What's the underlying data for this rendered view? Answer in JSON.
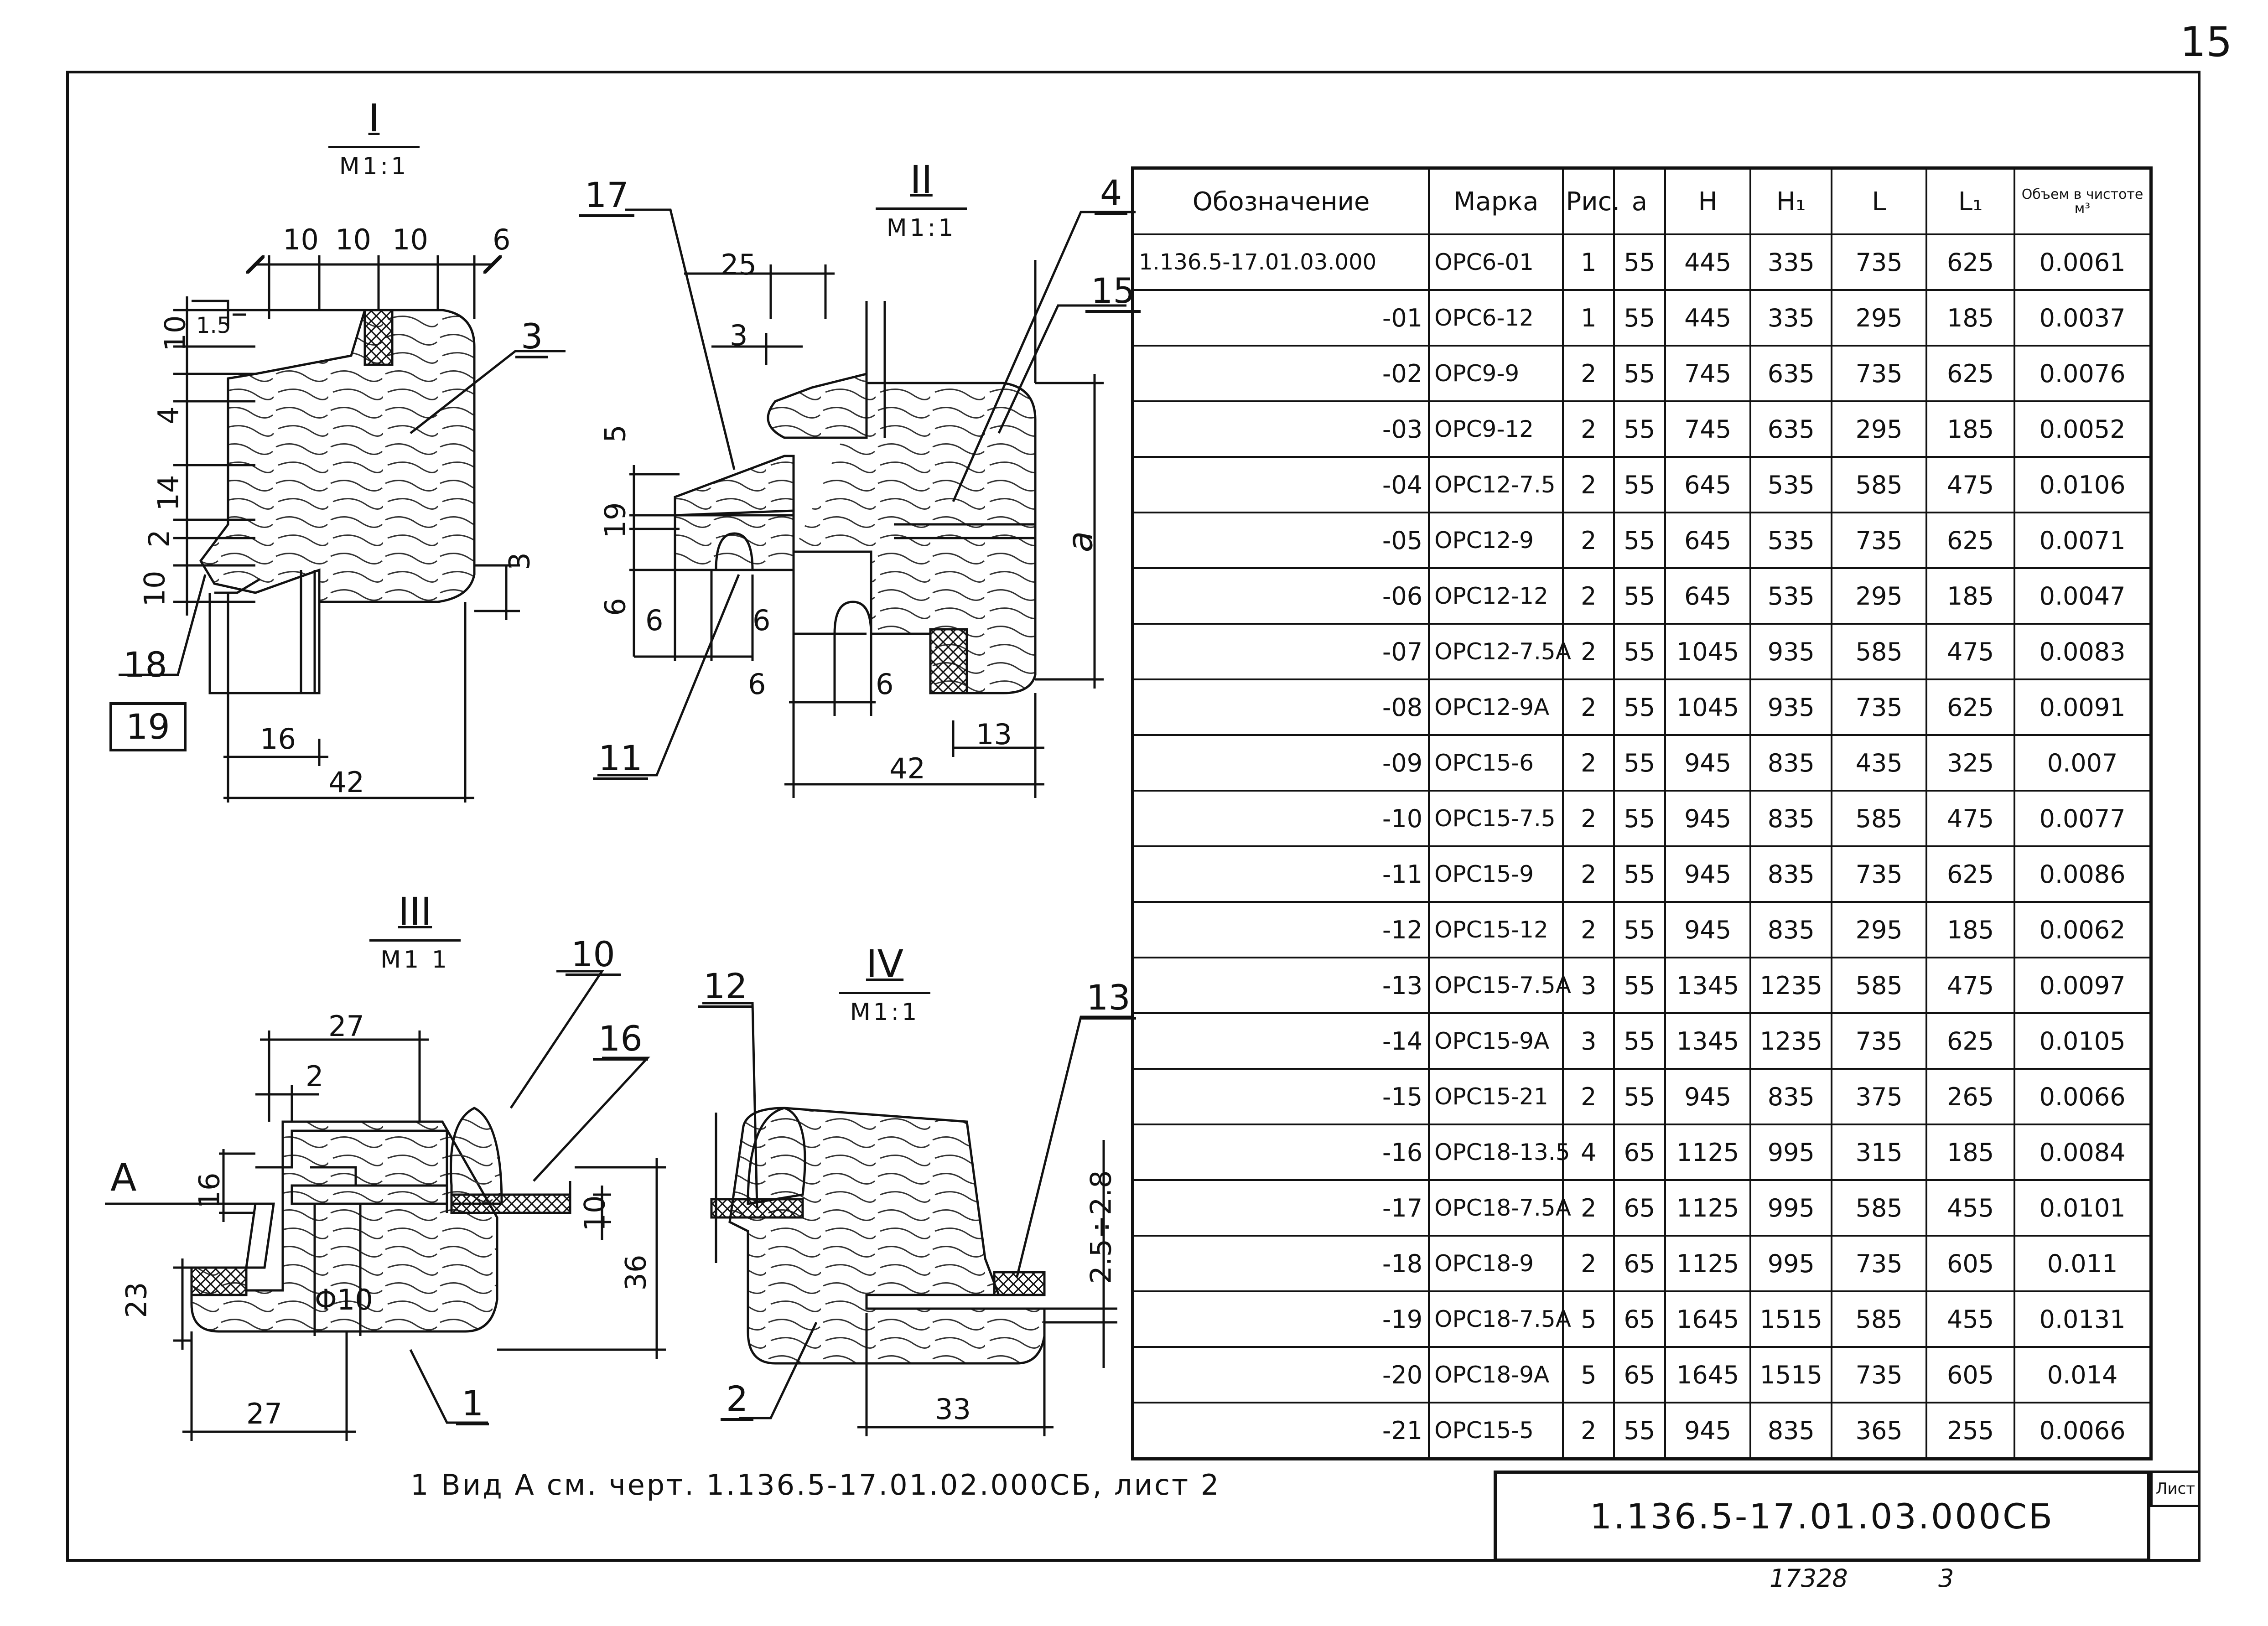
{
  "corner_mark": "15",
  "views": {
    "v1": {
      "roman": "I",
      "scale": "M1:1"
    },
    "v2": {
      "roman": "II",
      "scale": "M1:1"
    },
    "v3": {
      "roman": "III",
      "scale": "M1 1"
    },
    "v4": {
      "roman": "IV",
      "scale": "M1:1"
    }
  },
  "callouts": {
    "c3": "3",
    "c18": "18",
    "c19": "19",
    "c17": "17",
    "c4": "4",
    "c15": "15",
    "c11": "11",
    "c10": "10",
    "c16": "16",
    "c1": "1",
    "c12": "12",
    "c13": "13",
    "c2": "2",
    "cA": "A"
  },
  "dims": {
    "v1": {
      "d10a": "10",
      "d10b": "10",
      "d10c": "10",
      "d6": "6",
      "d15": "1.5",
      "d10v": "10",
      "d4": "4",
      "d14": "14",
      "d2": "2",
      "d10l": "10",
      "d3": "3",
      "d16": "16",
      "d42": "42"
    },
    "v2": {
      "d25": "25",
      "d3": "3",
      "d5": "5",
      "d19": "19",
      "d6a": "6",
      "d6b": "6",
      "d6c": "6",
      "d6d": "6",
      "d6e": "6",
      "da": "a",
      "d13": "13",
      "d42": "42"
    },
    "v3": {
      "d27t": "27",
      "d2": "2",
      "d16": "16",
      "d23": "23",
      "dphi": "Φ10",
      "d10": "10",
      "d36": "36",
      "d27b": "27"
    },
    "v4": {
      "d25": "2.5÷2.8",
      "d33": "33"
    }
  },
  "table": {
    "headers": {
      "designation": "Обозначение",
      "mark": "Марка",
      "fig": "Рис.",
      "a": "a",
      "H": "H",
      "H1": "H₁",
      "L": "L",
      "L1": "L₁",
      "volume": "Объем в чистоте м³"
    },
    "rows": [
      {
        "code": "1.136.5-17.01.03.000",
        "mark": "ОРС6-01",
        "fig": "1",
        "a": "55",
        "H": "445",
        "H1": "335",
        "L": "735",
        "L1": "625",
        "vol": "0.0061"
      },
      {
        "code": "-01",
        "mark": "ОРС6-12",
        "fig": "1",
        "a": "55",
        "H": "445",
        "H1": "335",
        "L": "295",
        "L1": "185",
        "vol": "0.0037"
      },
      {
        "code": "-02",
        "mark": "ОРС9-9",
        "fig": "2",
        "a": "55",
        "H": "745",
        "H1": "635",
        "L": "735",
        "L1": "625",
        "vol": "0.0076"
      },
      {
        "code": "-03",
        "mark": "ОРС9-12",
        "fig": "2",
        "a": "55",
        "H": "745",
        "H1": "635",
        "L": "295",
        "L1": "185",
        "vol": "0.0052"
      },
      {
        "code": "-04",
        "mark": "ОРС12-7.5",
        "fig": "2",
        "a": "55",
        "H": "645",
        "H1": "535",
        "L": "585",
        "L1": "475",
        "vol": "0.0106"
      },
      {
        "code": "-05",
        "mark": "ОРС12-9",
        "fig": "2",
        "a": "55",
        "H": "645",
        "H1": "535",
        "L": "735",
        "L1": "625",
        "vol": "0.0071"
      },
      {
        "code": "-06",
        "mark": "ОРС12-12",
        "fig": "2",
        "a": "55",
        "H": "645",
        "H1": "535",
        "L": "295",
        "L1": "185",
        "vol": "0.0047"
      },
      {
        "code": "-07",
        "mark": "ОРС12-7.5А",
        "fig": "2",
        "a": "55",
        "H": "1045",
        "H1": "935",
        "L": "585",
        "L1": "475",
        "vol": "0.0083"
      },
      {
        "code": "-08",
        "mark": "ОРС12-9А",
        "fig": "2",
        "a": "55",
        "H": "1045",
        "H1": "935",
        "L": "735",
        "L1": "625",
        "vol": "0.0091"
      },
      {
        "code": "-09",
        "mark": "ОРС15-6",
        "fig": "2",
        "a": "55",
        "H": "945",
        "H1": "835",
        "L": "435",
        "L1": "325",
        "vol": "0.007"
      },
      {
        "code": "-10",
        "mark": "ОРС15-7.5",
        "fig": "2",
        "a": "55",
        "H": "945",
        "H1": "835",
        "L": "585",
        "L1": "475",
        "vol": "0.0077"
      },
      {
        "code": "-11",
        "mark": "ОРС15-9",
        "fig": "2",
        "a": "55",
        "H": "945",
        "H1": "835",
        "L": "735",
        "L1": "625",
        "vol": "0.0086"
      },
      {
        "code": "-12",
        "mark": "ОРС15-12",
        "fig": "2",
        "a": "55",
        "H": "945",
        "H1": "835",
        "L": "295",
        "L1": "185",
        "vol": "0.0062"
      },
      {
        "code": "-13",
        "mark": "ОРС15-7.5А",
        "fig": "3",
        "a": "55",
        "H": "1345",
        "H1": "1235",
        "L": "585",
        "L1": "475",
        "vol": "0.0097"
      },
      {
        "code": "-14",
        "mark": "ОРС15-9А",
        "fig": "3",
        "a": "55",
        "H": "1345",
        "H1": "1235",
        "L": "735",
        "L1": "625",
        "vol": "0.0105"
      },
      {
        "code": "-15",
        "mark": "ОРС15-21",
        "fig": "2",
        "a": "55",
        "H": "945",
        "H1": "835",
        "L": "375",
        "L1": "265",
        "vol": "0.0066"
      },
      {
        "code": "-16",
        "mark": "ОРС18-13.5",
        "fig": "4",
        "a": "65",
        "H": "1125",
        "H1": "995",
        "L": "315",
        "L1": "185",
        "vol": "0.0084"
      },
      {
        "code": "-17",
        "mark": "ОРС18-7.5А",
        "fig": "2",
        "a": "65",
        "H": "1125",
        "H1": "995",
        "L": "585",
        "L1": "455",
        "vol": "0.0101"
      },
      {
        "code": "-18",
        "mark": "ОРС18-9",
        "fig": "2",
        "a": "65",
        "H": "1125",
        "H1": "995",
        "L": "735",
        "L1": "605",
        "vol": "0.011"
      },
      {
        "code": "-19",
        "mark": "ОРС18-7.5А",
        "fig": "5",
        "a": "65",
        "H": "1645",
        "H1": "1515",
        "L": "585",
        "L1": "455",
        "vol": "0.0131"
      },
      {
        "code": "-20",
        "mark": "ОРС18-9А",
        "fig": "5",
        "a": "65",
        "H": "1645",
        "H1": "1515",
        "L": "735",
        "L1": "605",
        "vol": "0.014"
      },
      {
        "code": "-21",
        "mark": "ОРС15-5",
        "fig": "2",
        "a": "55",
        "H": "945",
        "H1": "835",
        "L": "365",
        "L1": "255",
        "vol": "0.0066"
      }
    ]
  },
  "note": "1 Вид А см. черт. 1.136.5-17.01.02.000СБ, лист 2",
  "title_block": {
    "code": "1.136.5-17.01.03.000СБ",
    "sheet_label": "Лист"
  },
  "footer": {
    "archive_no": "17328",
    "page": "3"
  }
}
